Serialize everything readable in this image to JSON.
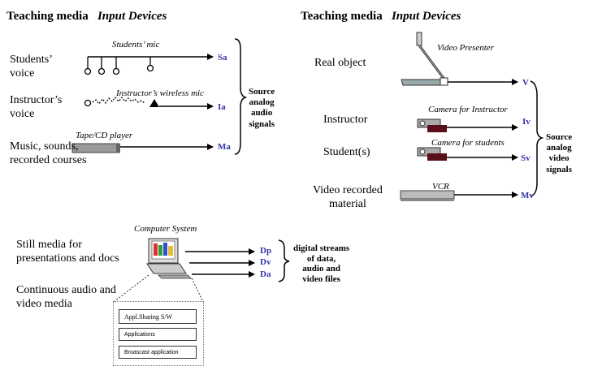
{
  "left_header": {
    "teaching_media": "Teaching media",
    "input_devices": "Input Devices"
  },
  "right_header": {
    "teaching_media": "Teaching media",
    "input_devices": "Input Devices"
  },
  "audio": {
    "sources": [
      {
        "label_l1": "Students’",
        "label_l2": "voice",
        "device": "Students’ mic",
        "signal": "Sa"
      },
      {
        "label_l1": "Instructor’s",
        "label_l2": "voice",
        "device": "Instructor’s wireless mic",
        "signal": "Ia"
      },
      {
        "label_l1": "Music, sounds,",
        "label_l2": "recorded courses",
        "device": "Tape/CD player",
        "signal": "Ma"
      }
    ],
    "group_label": [
      "Source",
      "analog",
      "audio",
      "signals"
    ]
  },
  "video": {
    "sources": [
      {
        "label": "Real object",
        "device": "Video Presenter",
        "signal": "V"
      },
      {
        "label": "Instructor",
        "device": "Camera for Instructor",
        "signal": "Iv"
      },
      {
        "label": "Student(s)",
        "device": "Camera for students",
        "signal": "Sv"
      },
      {
        "label_l1": "Video recorded",
        "label_l2": "material",
        "device": "VCR",
        "signal": "Mv"
      }
    ],
    "group_label": [
      "Source",
      "analog",
      "video",
      "signals"
    ]
  },
  "digital": {
    "labels": [
      {
        "l1": "Still media for",
        "l2": "presentations and docs"
      },
      {
        "l1": "Continuous audio and",
        "l2": "video media"
      }
    ],
    "device": "Computer System",
    "signals": [
      "Dp",
      "Dv",
      "Da"
    ],
    "group_label": [
      "digital streams",
      "of data,",
      "audio and",
      "video files"
    ],
    "stack": [
      "Appl.Sharing S/W",
      "Applications",
      "Broascast application"
    ]
  }
}
